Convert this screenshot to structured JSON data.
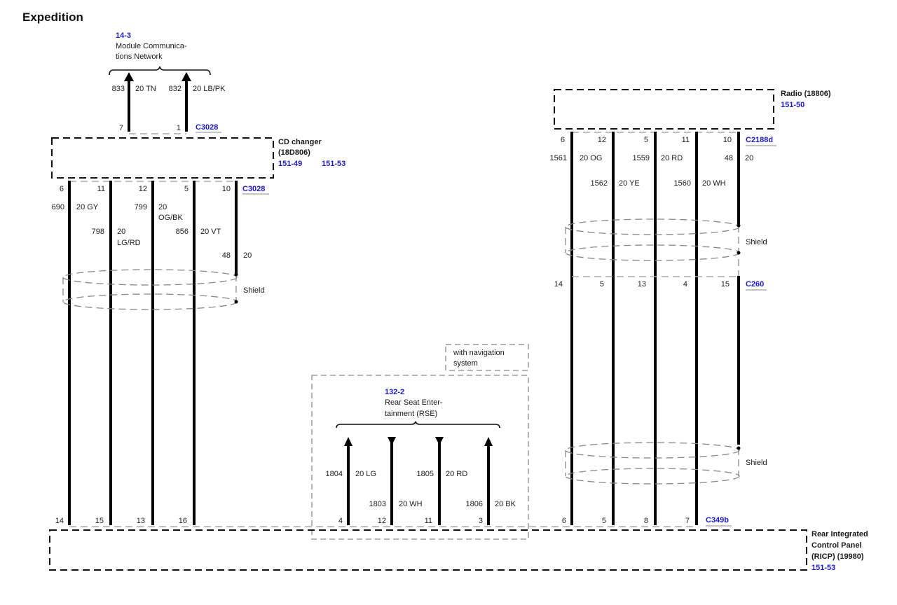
{
  "title": "Expedition",
  "mcn": {
    "ref": "14-3",
    "label_line1": "Module Communica-",
    "label_line2": "tions Network",
    "wires": [
      {
        "circuit": "833",
        "spec": "20 TN",
        "pin": "7"
      },
      {
        "circuit": "832",
        "spec": "20 LB/PK",
        "pin": "1"
      }
    ],
    "connector": "C3028"
  },
  "cd_changer": {
    "name_line1": "CD changer",
    "name_line2": "(18D806)",
    "ref1": "151-49",
    "ref2": "151-53",
    "connector": "C3028",
    "pins_top": [
      "6",
      "11",
      "12",
      "5",
      "10"
    ],
    "circuits": [
      "690",
      "798",
      "799",
      "856",
      "48"
    ],
    "specs": [
      "20 GY",
      "20",
      "20",
      "20 VT",
      "20"
    ],
    "specs_line2": [
      "",
      "LG/RD",
      "OG/BK",
      "",
      ""
    ],
    "shield_label": "Shield"
  },
  "radio": {
    "name": "Radio (18806)",
    "ref": "151-50",
    "connector": "C2188d",
    "pins_top": [
      "6",
      "12",
      "5",
      "11",
      "10"
    ],
    "circuits": [
      "1561",
      "1562",
      "1559",
      "1560",
      "48"
    ],
    "specs": [
      "20 OG",
      "20 YE",
      "20 RD",
      "20 WH",
      "20"
    ],
    "shield_label": "Shield",
    "c260": {
      "connector": "C260",
      "pins": [
        "14",
        "5",
        "13",
        "4",
        "15"
      ]
    },
    "shield2_label": "Shield"
  },
  "rse": {
    "option_line1": "with navigation",
    "option_line2": "system",
    "ref": "132-2",
    "label_line1": "Rear Seat Enter-",
    "label_line2": "tainment (RSE)",
    "wires": [
      {
        "circuit": "1804",
        "spec": "20 LG",
        "pin": "4"
      },
      {
        "circuit": "1803",
        "spec": "20 WH",
        "pin": "12"
      },
      {
        "circuit": "1805",
        "spec": "20 RD",
        "pin": "11"
      },
      {
        "circuit": "1806",
        "spec": "20 BK",
        "pin": "3"
      }
    ]
  },
  "ricp": {
    "name_line1": "Rear Integrated",
    "name_line2": "Control Panel",
    "name_line3": "(RICP) (19980)",
    "ref": "151-53",
    "connector": "C349b",
    "pins_left": [
      "14",
      "15",
      "13",
      "16"
    ],
    "pins_right": [
      "6",
      "5",
      "8",
      "7"
    ]
  },
  "colors": {
    "link": "#1a1acc",
    "wire": "#000000",
    "dashed": "#888888"
  }
}
